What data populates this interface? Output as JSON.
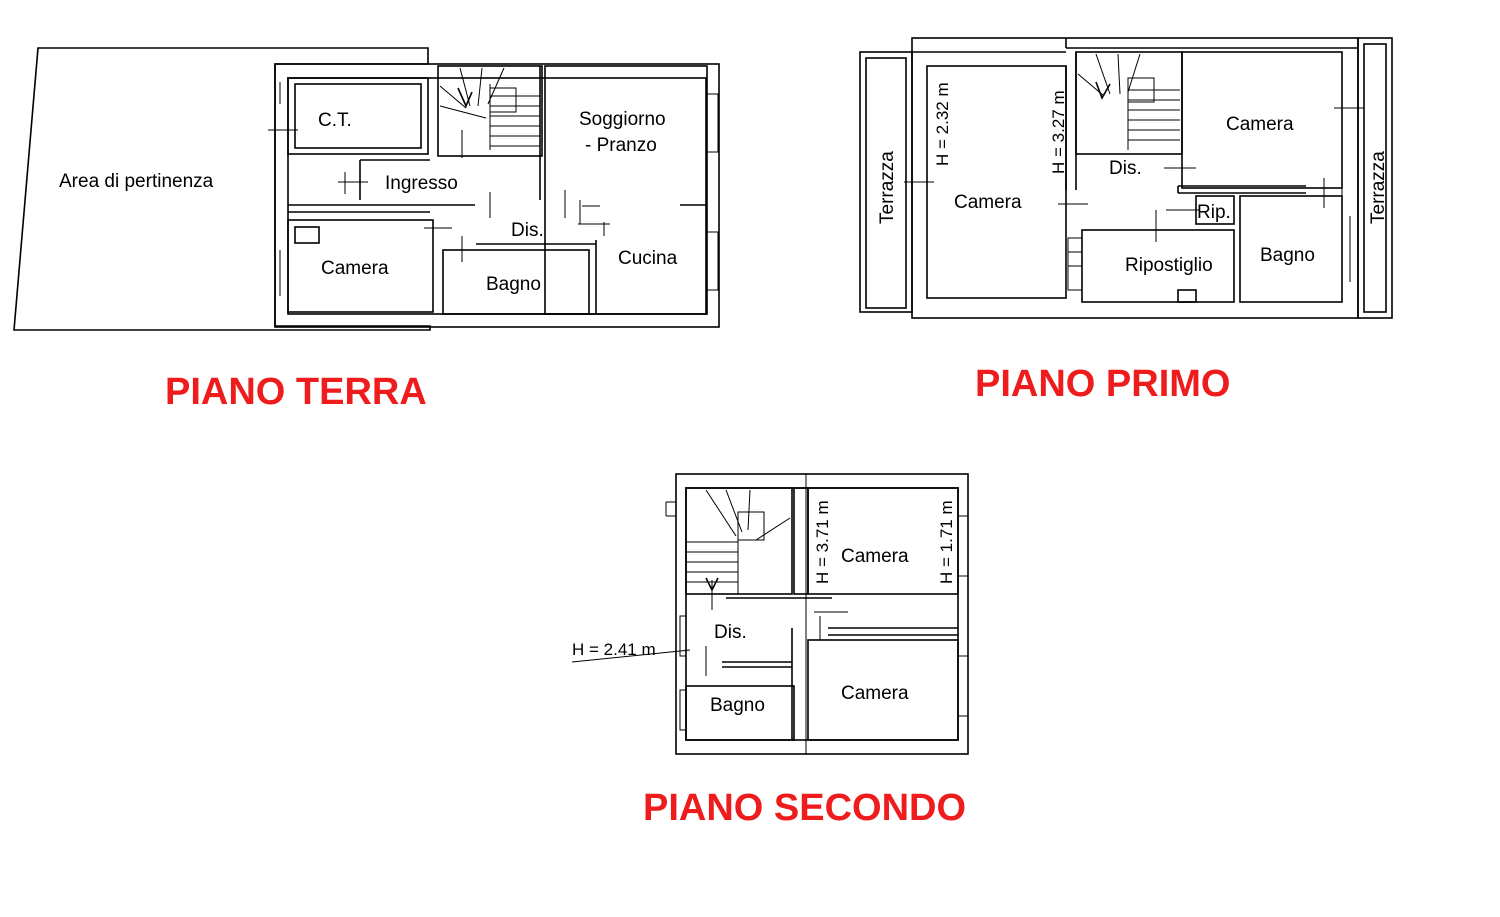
{
  "floors": {
    "ground": {
      "title": "PIANO TERRA",
      "rooms": {
        "area": "Area di pertinenza",
        "ct": "C.T.",
        "ingresso": "Ingresso",
        "soggiorno_1": "Soggiorno",
        "soggiorno_2": "- Pranzo",
        "dis": "Dis.",
        "camera": "Camera",
        "bagno": "Bagno",
        "cucina": "Cucina"
      }
    },
    "first": {
      "title": "PIANO PRIMO",
      "rooms": {
        "terrazza_left": "Terrazza",
        "terrazza_right": "Terrazza",
        "camera_left": "Camera",
        "camera_right": "Camera",
        "dis": "Dis.",
        "rip": "Rip.",
        "ripostiglio": "Ripostiglio",
        "bagno": "Bagno"
      },
      "heights": {
        "camera_left": "H = 2.32 m",
        "dis": "H = 3.27 m"
      }
    },
    "second": {
      "title": "PIANO SECONDO",
      "rooms": {
        "camera_top": "Camera",
        "camera_bottom": "Camera",
        "dis": "Dis.",
        "bagno": "Bagno"
      },
      "heights": {
        "stair": "H = 3.71 m",
        "camera": "H = 1.71 m",
        "dis": "H = 2.41 m"
      }
    }
  },
  "colors": {
    "title": "#ee1c1c",
    "line": "#000000",
    "background": "#ffffff"
  }
}
